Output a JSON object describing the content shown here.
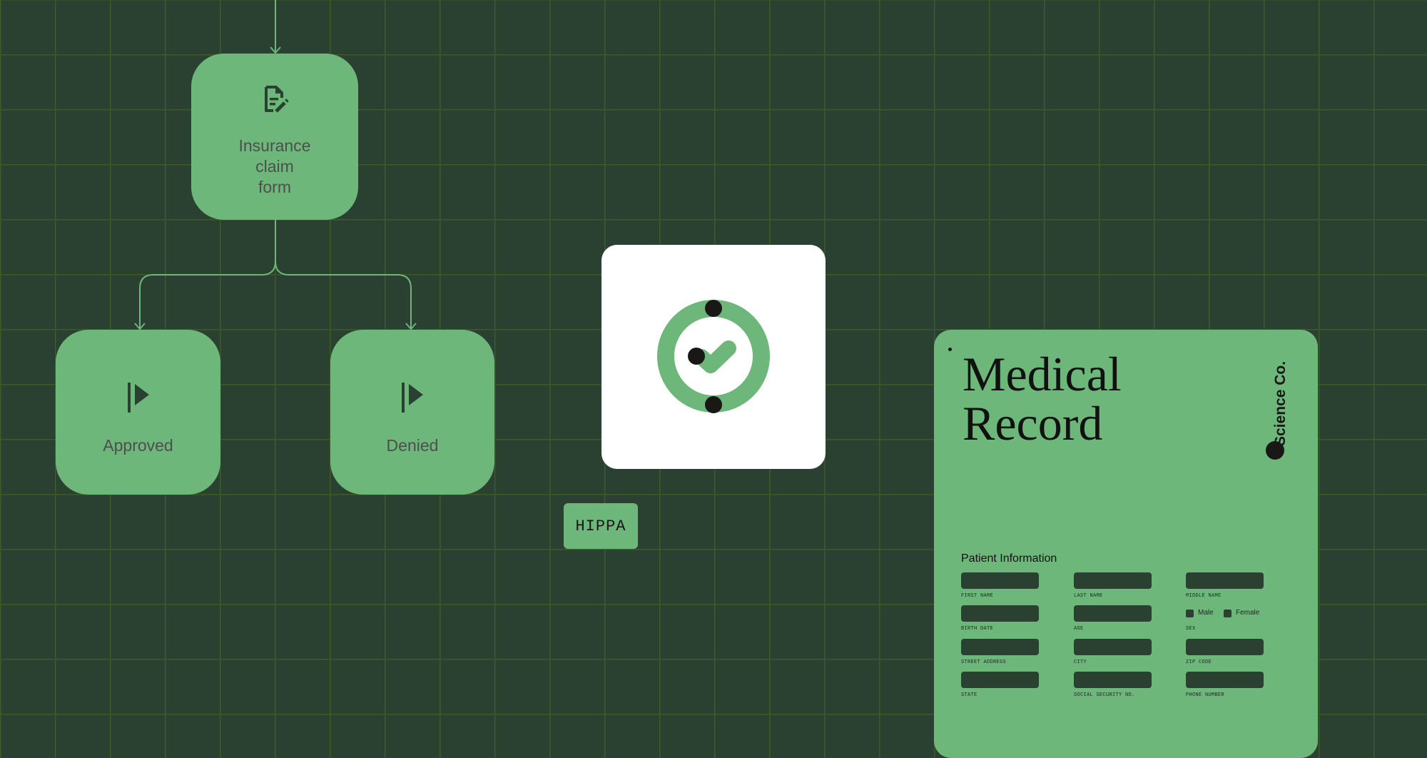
{
  "colors": {
    "background": "#2a4030",
    "grid": "#3d5a27",
    "node": "#6db77a",
    "connector": "#6db77a",
    "dark": "#1a1717",
    "card": "#ffffff"
  },
  "flow": {
    "start": {
      "label": "Insurance claim form",
      "lines": [
        "Insurance",
        "claim",
        "form"
      ],
      "icon": "file-edit-icon"
    },
    "approved": {
      "label": "Approved",
      "icon": "flag-play-icon"
    },
    "denied": {
      "label": "Denied",
      "icon": "flag-play-icon"
    }
  },
  "badge": {
    "icon": "check-circle-icon"
  },
  "tag": {
    "label": "HIPPA"
  },
  "record": {
    "title_line1": "Medical",
    "title_line2": "Record",
    "brand": "Science Co.",
    "section": "Patient Information",
    "fields": [
      {
        "label": "FIRST NAME"
      },
      {
        "label": "LAST NAME"
      },
      {
        "label": "MIDDLE NAME"
      },
      {
        "label": "BIRTH DATE"
      },
      {
        "label": "AGE"
      },
      {
        "label": "SEX"
      },
      {
        "label": "STREET ADDRESS"
      },
      {
        "label": "CITY"
      },
      {
        "label": "ZIP CODE"
      },
      {
        "label": "STATE"
      },
      {
        "label": "SOCIAL SECURITY NO."
      },
      {
        "label": "PHONE NUMBER"
      }
    ],
    "sex_options": [
      "Male",
      "Female"
    ]
  }
}
